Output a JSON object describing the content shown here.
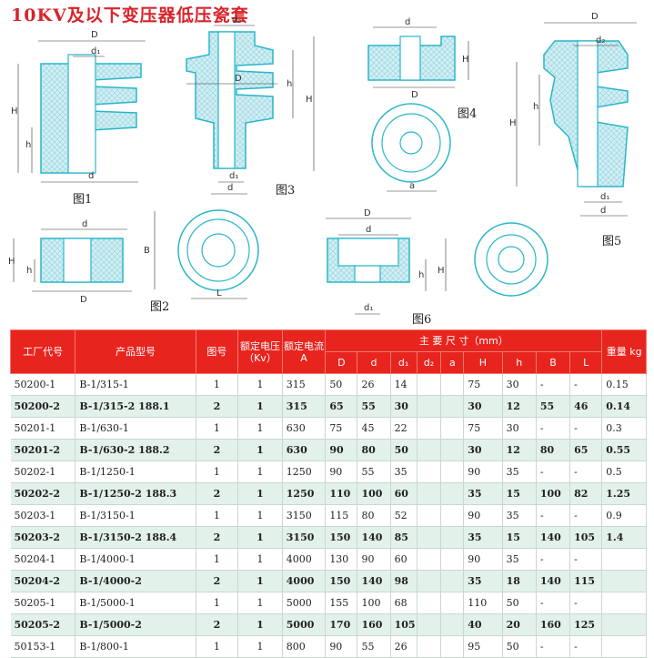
{
  "title": "10KV及以下变压器低压瓷套",
  "figures": [
    {
      "id": "fig1",
      "label": "图1"
    },
    {
      "id": "fig2",
      "label": "图2"
    },
    {
      "id": "fig3",
      "label": "图3"
    },
    {
      "id": "fig4",
      "label": "图4"
    },
    {
      "id": "fig5",
      "label": "图5"
    },
    {
      "id": "fig6",
      "label": "图6"
    }
  ],
  "dimension_labels": {
    "D": "D",
    "d": "d",
    "d1": "d₁",
    "d2": "d₂",
    "H": "H",
    "h": "h",
    "B": "B",
    "L": "L",
    "a": "a"
  },
  "table": {
    "headers": {
      "factory_code": "工厂代号",
      "model": "产品型号",
      "figure_no": "图号",
      "rated_voltage": "额定电压（Kv）",
      "rated_current": "额定电流 A",
      "main_dims": "主 要 尺 寸（mm）",
      "weight": "重量 kg"
    },
    "dim_headers": [
      "D",
      "d",
      "d₁",
      "d₂",
      "a",
      "H",
      "h",
      "B",
      "L"
    ],
    "rows": [
      {
        "code": "50200-1",
        "model": "B-1/315-1",
        "fig": "1",
        "kv": "1",
        "a": "315",
        "D": "50",
        "d": "26",
        "d1": "14",
        "d2": "",
        "ad": "",
        "H": "75",
        "h": "30",
        "B": "-",
        "L": "-",
        "kg": "0.15",
        "hl": false
      },
      {
        "code": "50200-2",
        "model": "B-1/315-2    188.1",
        "fig": "2",
        "kv": "1",
        "a": "315",
        "D": "65",
        "d": "55",
        "d1": "30",
        "d2": "",
        "ad": "",
        "H": "30",
        "h": "12",
        "B": "55",
        "L": "46",
        "kg": "0.14",
        "hl": true
      },
      {
        "code": "50201-1",
        "model": "B-1/630-1",
        "fig": "1",
        "kv": "1",
        "a": "630",
        "D": "75",
        "d": "45",
        "d1": "22",
        "d2": "",
        "ad": "",
        "H": "75",
        "h": "30",
        "B": "-",
        "L": "-",
        "kg": "0.3",
        "hl": false
      },
      {
        "code": "50201-2",
        "model": "B-1/630-2    188.2",
        "fig": "2",
        "kv": "1",
        "a": "630",
        "D": "90",
        "d": "80",
        "d1": "50",
        "d2": "",
        "ad": "",
        "H": "30",
        "h": "12",
        "B": "80",
        "L": "65",
        "kg": "0.55",
        "hl": true
      },
      {
        "code": "50202-1",
        "model": "B-1/1250-1",
        "fig": "1",
        "kv": "1",
        "a": "1250",
        "D": "90",
        "d": "55",
        "d1": "35",
        "d2": "",
        "ad": "",
        "H": "90",
        "h": "35",
        "B": "-",
        "L": "-",
        "kg": "0.5",
        "hl": false
      },
      {
        "code": "50202-2",
        "model": "B-1/1250-2    188.3",
        "fig": "2",
        "kv": "1",
        "a": "1250",
        "D": "110",
        "d": "100",
        "d1": "60",
        "d2": "",
        "ad": "",
        "H": "35",
        "h": "15",
        "B": "100",
        "L": "82",
        "kg": "1.25",
        "hl": true
      },
      {
        "code": "50203-1",
        "model": "B-1/3150-1",
        "fig": "1",
        "kv": "1",
        "a": "3150",
        "D": "115",
        "d": "80",
        "d1": "52",
        "d2": "",
        "ad": "",
        "H": "90",
        "h": "35",
        "B": "-",
        "L": "-",
        "kg": "0.9",
        "hl": false
      },
      {
        "code": "50203-2",
        "model": "B-1/3150-2    188.4",
        "fig": "2",
        "kv": "1",
        "a": "3150",
        "D": "150",
        "d": "140",
        "d1": "85",
        "d2": "",
        "ad": "",
        "H": "35",
        "h": "15",
        "B": "140",
        "L": "105",
        "kg": "1.4",
        "hl": true
      },
      {
        "code": "50204-1",
        "model": "B-1/4000-1",
        "fig": "1",
        "kv": "1",
        "a": "4000",
        "D": "130",
        "d": "90",
        "d1": "60",
        "d2": "",
        "ad": "",
        "H": "90",
        "h": "35",
        "B": "-",
        "L": "-",
        "kg": "",
        "hl": false
      },
      {
        "code": "50204-2",
        "model": "B-1/4000-2",
        "fig": "2",
        "kv": "1",
        "a": "4000",
        "D": "150",
        "d": "140",
        "d1": "98",
        "d2": "",
        "ad": "",
        "H": "35",
        "h": "18",
        "B": "140",
        "L": "115",
        "kg": "",
        "hl": true
      },
      {
        "code": "50205-1",
        "model": "B-1/5000-1",
        "fig": "1",
        "kv": "1",
        "a": "5000",
        "D": "155",
        "d": "100",
        "d1": "68",
        "d2": "",
        "ad": "",
        "H": "110",
        "h": "50",
        "B": "-",
        "L": "-",
        "kg": "",
        "hl": false
      },
      {
        "code": "50205-2",
        "model": "B-1/5000-2",
        "fig": "2",
        "kv": "1",
        "a": "5000",
        "D": "170",
        "d": "160",
        "d1": "105",
        "d2": "",
        "ad": "",
        "H": "40",
        "h": "20",
        "B": "160",
        "L": "125",
        "kg": "",
        "hl": true
      },
      {
        "code": "50153-1",
        "model": "B-1/800-1",
        "fig": "1",
        "kv": "1",
        "a": "800",
        "D": "90",
        "d": "55",
        "d1": "26",
        "d2": "",
        "ad": "",
        "H": "95",
        "h": "50",
        "B": "-",
        "L": "-",
        "kg": "",
        "hl": false
      }
    ]
  },
  "colors": {
    "title": "#d8242a",
    "header_bg": "#e8241f",
    "row_highlight": "#e2f1ea",
    "drawing_stroke": "#29b6c9",
    "drawing_fill": "#b7e6ee"
  }
}
